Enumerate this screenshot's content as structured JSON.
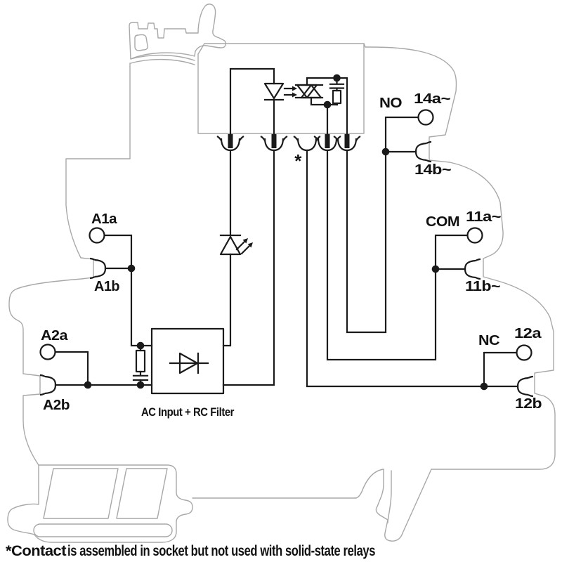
{
  "colors": {
    "line": "#1a1a1a",
    "housing": "#a8a8a8",
    "background": "#ffffff"
  },
  "labels": {
    "a1a": "A1a",
    "a1b": "A1b",
    "a2a": "A2a",
    "a2b": "A2b",
    "no": "NO",
    "t14a": "14a~",
    "t14b": "14b~",
    "com": "COM",
    "t11a": "11a~",
    "t11b": "11b~",
    "nc": "NC",
    "t12a": "12a",
    "t12b": "12b",
    "asterisk": "*"
  },
  "box": {
    "label": "AC Input + RC Filter"
  },
  "footnote": {
    "prefix": "*Contact",
    "rest": " is assembled in socket but not used with solid-state relays"
  }
}
